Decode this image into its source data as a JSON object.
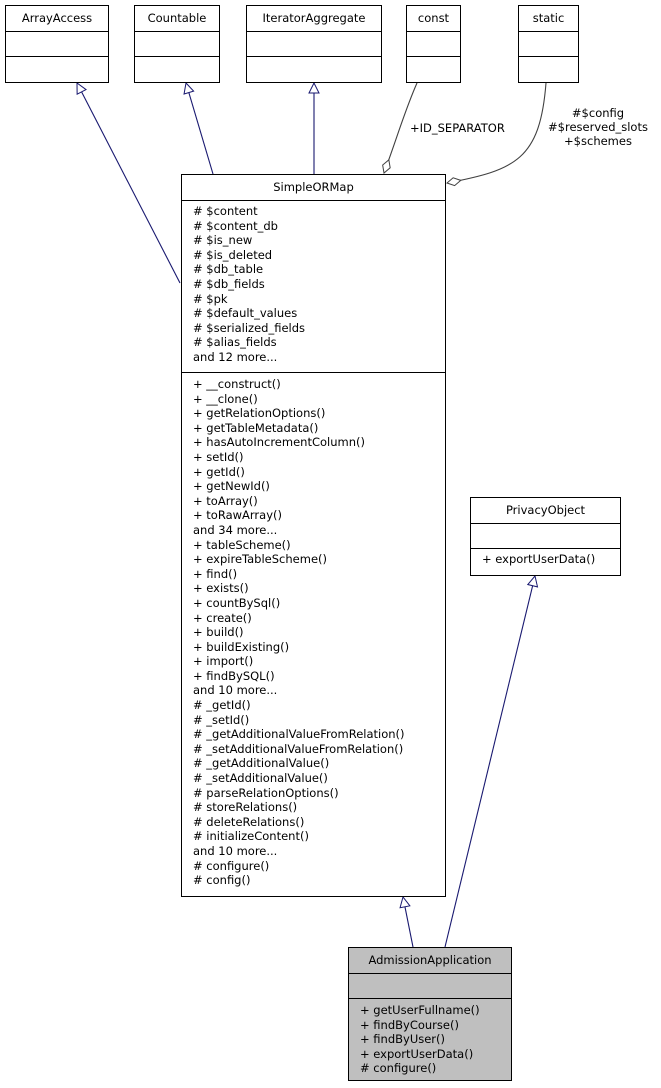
{
  "interfaces": [
    {
      "id": "array-access",
      "name": "ArrayAccess"
    },
    {
      "id": "countable",
      "name": "Countable"
    },
    {
      "id": "iterator-aggregate",
      "name": "IteratorAggregate"
    },
    {
      "id": "const",
      "name": "const"
    },
    {
      "id": "static",
      "name": "static"
    }
  ],
  "simple_orm_map": {
    "name": "SimpleORMap",
    "attributes": [
      "# $content",
      "# $content_db",
      "# $is_new",
      "# $is_deleted",
      "# $db_table",
      "# $db_fields",
      "# $pk",
      "# $default_values",
      "# $serialized_fields",
      "# $alias_fields",
      "and 12 more..."
    ],
    "methods": [
      "+ __construct()",
      "+ __clone()",
      "+ getRelationOptions()",
      "+ getTableMetadata()",
      "+ hasAutoIncrementColumn()",
      "+ setId()",
      "+ getId()",
      "+ getNewId()",
      "+ toArray()",
      "+ toRawArray()",
      "and 34 more...",
      "+ tableScheme()",
      "+ expireTableScheme()",
      "+ find()",
      "+ exists()",
      "+ countBySql()",
      "+ create()",
      "+ build()",
      "+ buildExisting()",
      "+ import()",
      "+ findBySQL()",
      "and 10 more...",
      "# _getId()",
      "# _setId()",
      "# _getAdditionalValueFromRelation()",
      "# _setAdditionalValueFromRelation()",
      "# _getAdditionalValue()",
      "# _setAdditionalValue()",
      "# parseRelationOptions()",
      "# storeRelations()",
      "# deleteRelations()",
      "# initializeContent()",
      "and 10 more...",
      "# configure()",
      "# config()"
    ]
  },
  "privacy_object": {
    "name": "PrivacyObject",
    "methods": [
      "+ exportUserData()"
    ]
  },
  "admission_application": {
    "name": "AdmissionApplication",
    "methods": [
      "+ getUserFullname()",
      "+ findByCourse()",
      "+ findByUser()",
      "+ exportUserData()",
      "# configure()"
    ]
  },
  "edge_labels": {
    "const_label": "+ID_SEPARATOR",
    "static_label": [
      "#$config",
      "#$reserved_slots",
      "+$schemes"
    ]
  },
  "colors": {
    "edge": "#191970",
    "grey_edge": "#404040",
    "highlight_fill": "#bfbfbf"
  }
}
